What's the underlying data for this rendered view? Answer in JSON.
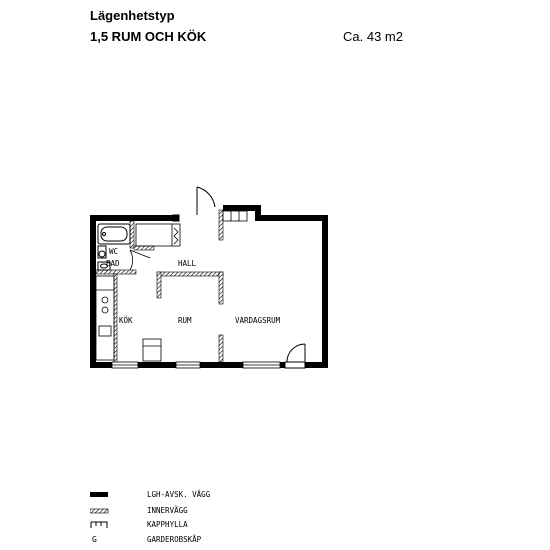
{
  "header": {
    "type_label": "Lägenhetstyp",
    "apartment": "1,5 RUM OCH KÖK",
    "area": "Ca. 43 m2"
  },
  "rooms": {
    "wc": "WC",
    "bad": "BAD",
    "hall": "HALL",
    "kok": "KÖK",
    "rum": "RUM",
    "vardagsrum": "VARDAGSRUM"
  },
  "legend": {
    "outer_wall": "LGH-AVSK. VÄGG",
    "inner_wall": "INNERVÄGG",
    "coat_shelf": "KAPPHYLLA",
    "wardrobe_symbol": "G",
    "wardrobe": "GARDEROBSKÅP"
  }
}
